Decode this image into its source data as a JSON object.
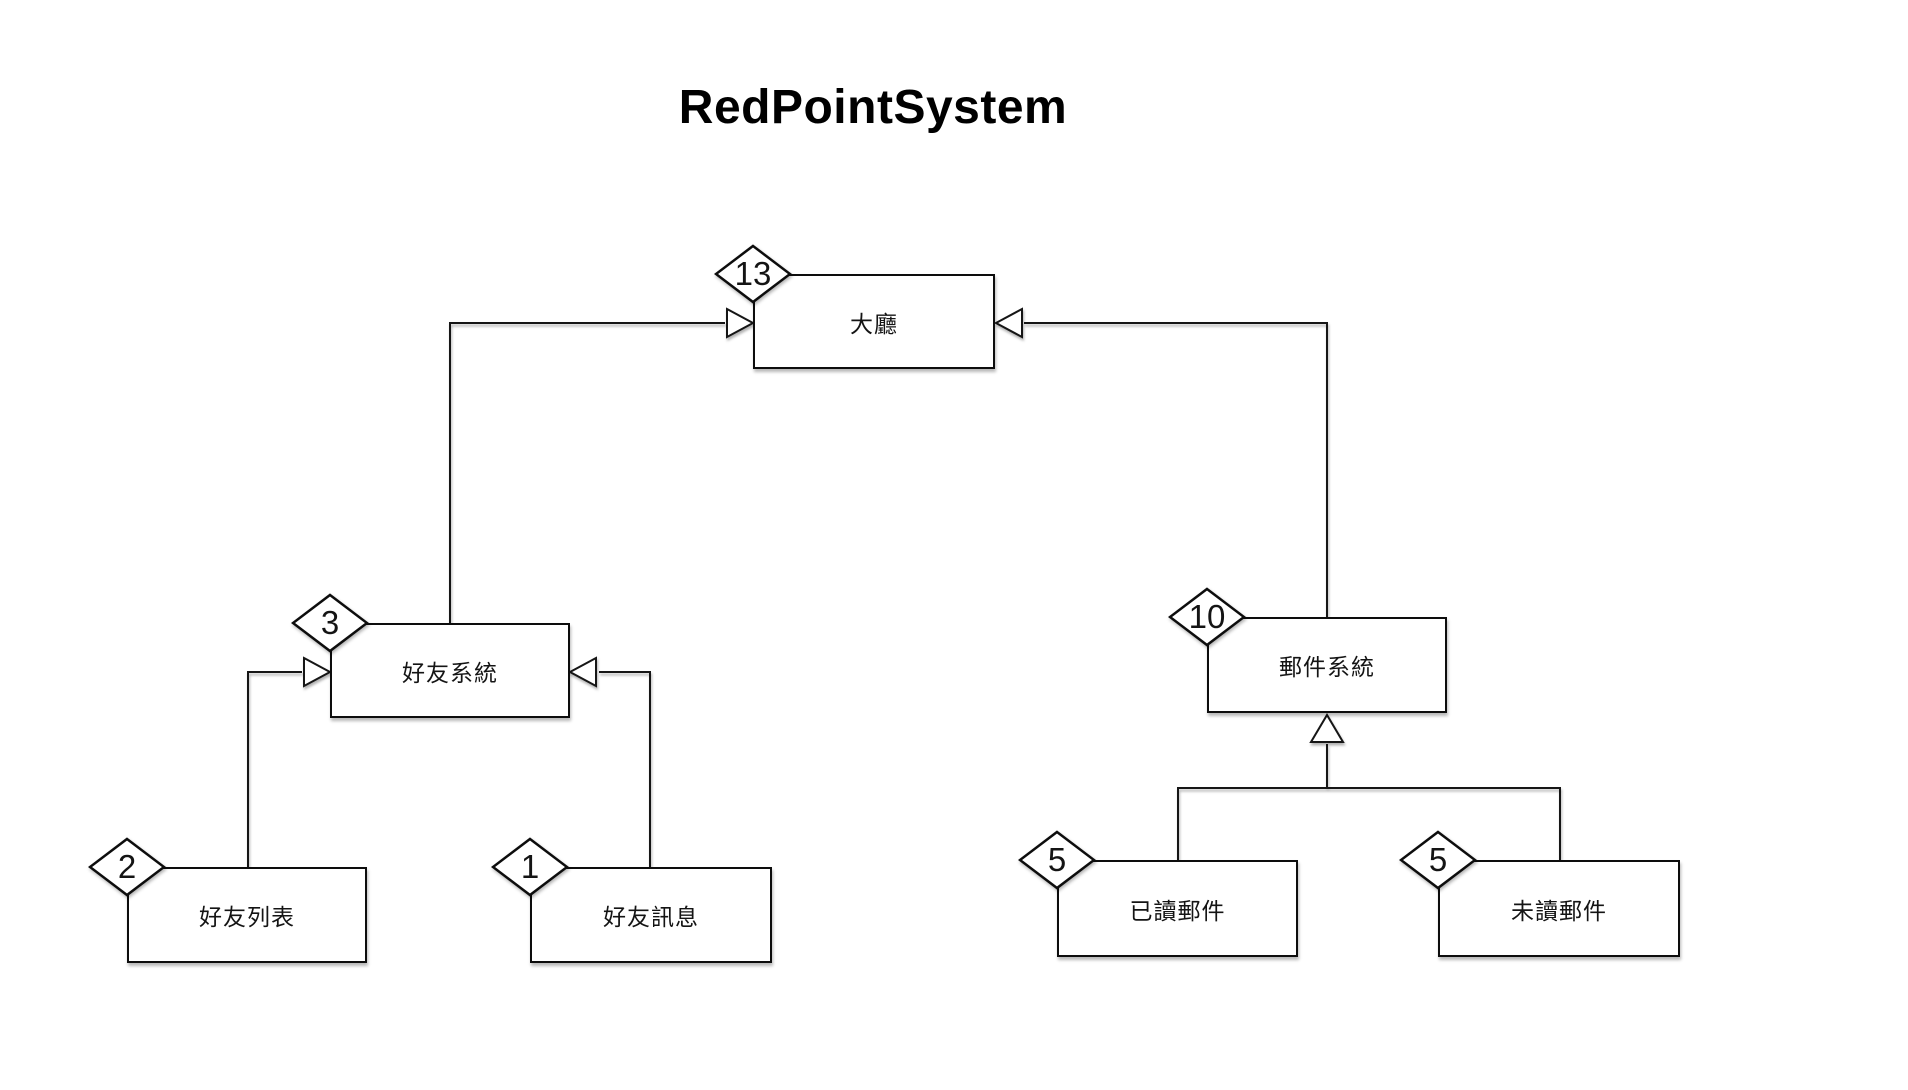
{
  "title": "RedPointSystem",
  "diagram": {
    "nodes": [
      {
        "id": "lobby",
        "label": "大廳",
        "count": "13"
      },
      {
        "id": "friend-system",
        "label": "好友系統",
        "count": "3"
      },
      {
        "id": "mail-system",
        "label": "郵件系統",
        "count": "10"
      },
      {
        "id": "friend-list",
        "label": "好友列表",
        "count": "2"
      },
      {
        "id": "friend-message",
        "label": "好友訊息",
        "count": "1"
      },
      {
        "id": "read-mail",
        "label": "已讀郵件",
        "count": "5"
      },
      {
        "id": "unread-mail",
        "label": "未讀郵件",
        "count": "5"
      }
    ],
    "edges": [
      {
        "from": "friend-system",
        "to": "lobby",
        "arrowhead": "open-triangle"
      },
      {
        "from": "mail-system",
        "to": "lobby",
        "arrowhead": "open-triangle"
      },
      {
        "from": "friend-list",
        "to": "friend-system",
        "arrowhead": "open-triangle"
      },
      {
        "from": "friend-message",
        "to": "friend-system",
        "arrowhead": "open-triangle"
      },
      {
        "from": "read-mail",
        "to": "mail-system",
        "arrowhead": "open-triangle"
      },
      {
        "from": "unread-mail",
        "to": "mail-system",
        "arrowhead": "open-triangle"
      }
    ],
    "colors": {
      "background": "#ffffff",
      "stroke": "#141414",
      "shape_fill": "#ffffff",
      "text": "#141414"
    }
  }
}
